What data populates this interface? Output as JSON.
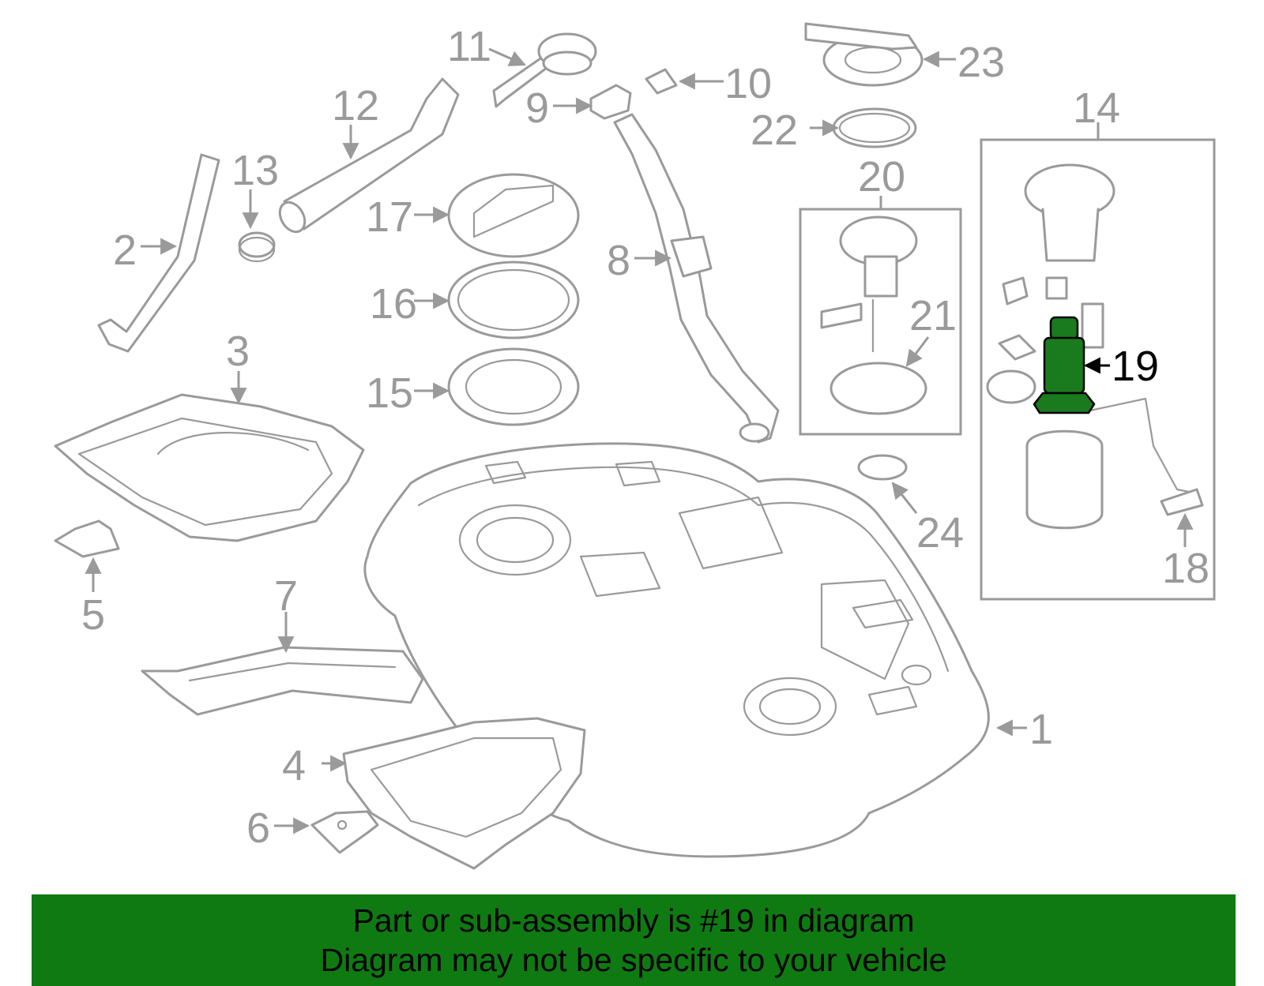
{
  "diagram": {
    "highlighted_part": "19",
    "highlight_color": "#1a7a1e",
    "callouts": [
      "1",
      "2",
      "3",
      "4",
      "5",
      "6",
      "7",
      "8",
      "9",
      "10",
      "11",
      "12",
      "13",
      "14",
      "15",
      "16",
      "17",
      "18",
      "19",
      "20",
      "21",
      "22",
      "23",
      "24"
    ]
  },
  "banner": {
    "background": "#0f7a12",
    "line1": "Part or sub-assembly is #19 in diagram",
    "line2": "Diagram may not be specific to your vehicle"
  }
}
